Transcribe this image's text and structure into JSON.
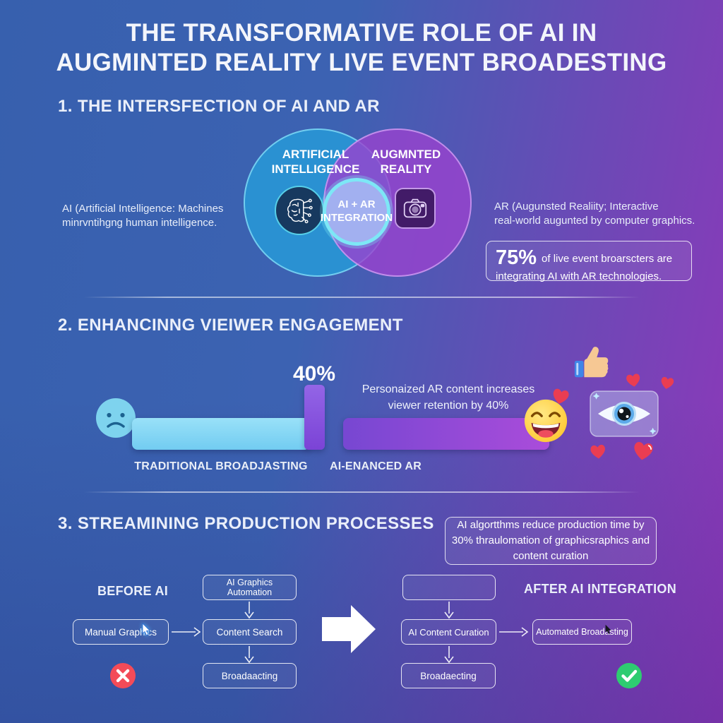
{
  "title": {
    "line1": "THE TRANSFORMATIVE ROLE OF AI IN",
    "line2": "AUGMINTED REALITY LIVE EVENT BROADESTING"
  },
  "section1": {
    "heading": "1. THE INTERSFECTION OF AI AND AR",
    "venn_left_label": "ARTIFICIAL\nINTELLIGENCE",
    "venn_right_label": "AUGMNTED\nREALITY",
    "venn_center_label": "AI + AR\nINTEGRATION",
    "ai_note": "AI (Artificial Intelligence: Machines\nminrvntihgng human intelligence.",
    "ar_note": "AR (Augunsted Realiity; Interactive\nreal-world augunted by computer graphics.",
    "stat_value": "75%",
    "stat_text": "of live event broarscters are integrating AI with AR technologies."
  },
  "section2": {
    "heading": "2. ENHANCINNG VIEIWER ENGAGEMENT",
    "increase_label": "40%",
    "note": "Personaized AR content increases\nviewer retention by 40%",
    "bar1_label": "TRADITIONAL BROADJASTING",
    "bar2_label": "AI-ENANCED AR"
  },
  "section3": {
    "heading": "3. STREAMINING PRODUCTION PROCESSES",
    "stat_note": "AI algortthms reduce production time by\n30% thraulomation of graphicsraphics and\ncontent curation",
    "before_label": "BEFORE AI",
    "after_label": "AFTER AI INTEGRATION",
    "before_flow": {
      "top_box": "AI Graphics Automation",
      "left_box": "Manual Graphics",
      "mid_box": "Content Search",
      "bottom_box": "Broadaacting"
    },
    "after_flow": {
      "top_box": "",
      "mid_box": "AI Content Curation",
      "right_box": "Automated Broadasting",
      "bottom_box": "Broadaecting"
    }
  },
  "icons": {
    "venn_left": "brain-circuit-icon",
    "venn_right": "camera-icon",
    "sad": "sad-face-icon",
    "laugh": "laughing-face-icon",
    "thumbs_up": "thumbs-up-icon",
    "eye": "eye-icon",
    "heart": "heart-icon",
    "error": "error-cross-icon",
    "success": "success-check-icon",
    "transition": "big-right-arrow-icon",
    "cursor": "mouse-cursor-icon"
  },
  "colors": {
    "bg_blue": "#3a60ad",
    "bg_purple": "#8e37b8",
    "venn_blue": "#2b93d4",
    "venn_purple": "#9a42ce",
    "cyan_ring": "#7de7f6",
    "bar_light_blue": "#80d5f3",
    "bar_purple": "#9a4cd9",
    "heart_red": "#ea3d52",
    "error_red": "#f34b58",
    "success_green": "#2ecc71",
    "emoji_yellow": "#ffd344",
    "sad_blue": "#7ed3ee"
  }
}
